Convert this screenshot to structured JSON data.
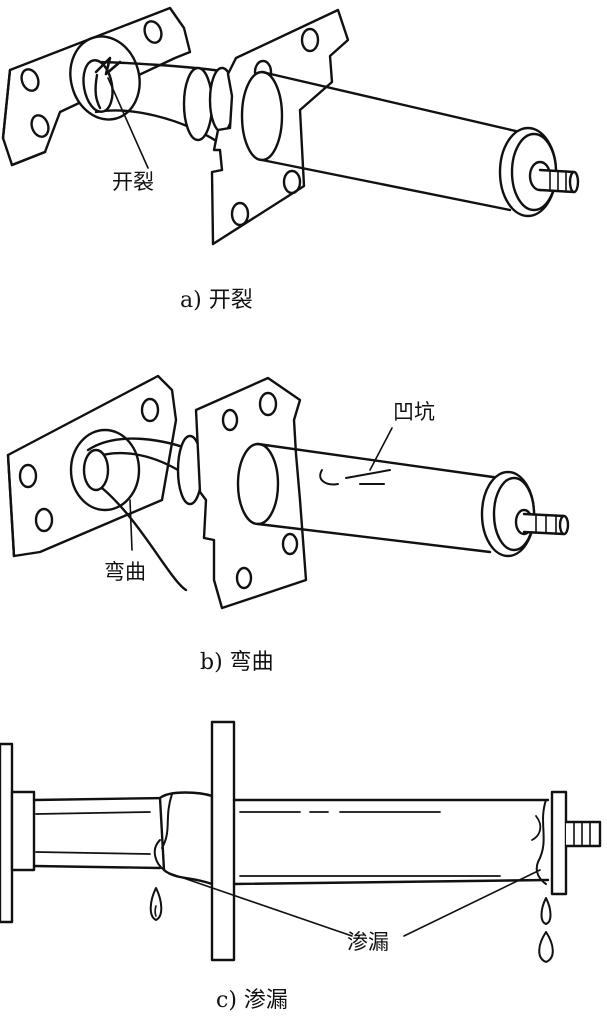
{
  "panel_a": {
    "label": "开裂",
    "caption": "a) 开裂"
  },
  "panel_b": {
    "bend_label": "弯曲",
    "dent_label": "凹坑",
    "caption": "b) 弯曲"
  },
  "panel_c": {
    "leak_label": "渗漏",
    "caption": "c) 渗漏"
  }
}
